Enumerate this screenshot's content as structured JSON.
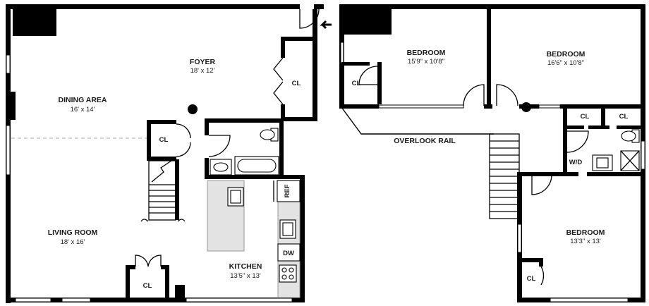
{
  "rooms": {
    "foyer": {
      "name": "FOYER",
      "size": "18' x 12'"
    },
    "dining": {
      "name": "DINING AREA",
      "size": "16' x 14'"
    },
    "living": {
      "name": "LIVING ROOM",
      "size": "18' x 16'"
    },
    "kitchen": {
      "name": "KITCHEN",
      "size": "13'5\" x 13'"
    },
    "bedroom1": {
      "name": "BEDROOM",
      "size": "15'9\" x 10'8\""
    },
    "bedroom2": {
      "name": "BEDROOM",
      "size": "16'6\" x 10'8\""
    },
    "bedroom3": {
      "name": "BEDROOM",
      "size": "13'3\" x 13'"
    }
  },
  "labels": {
    "closet": "CL",
    "fridge": "REF",
    "dishwasher": "DW",
    "washer_dryer": "W/D",
    "overlook_rail": "OVERLOOK RAIL"
  },
  "icons": {
    "entry": "entry-arrow-icon",
    "column": "column-dot-icon"
  }
}
